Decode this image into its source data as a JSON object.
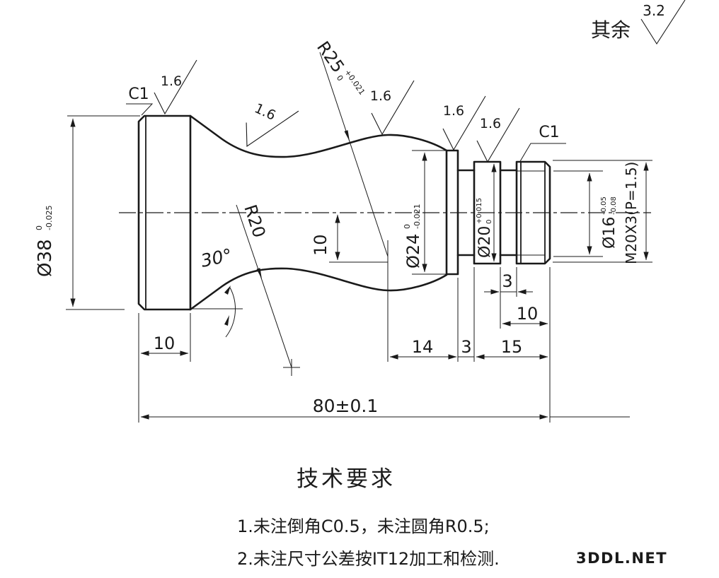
{
  "general": {
    "rest_label": "其余",
    "rest_ra": "3.2"
  },
  "roughness": {
    "r1": "1.6",
    "r2": "1.6",
    "r3": "1.6",
    "r4": "1.6",
    "r5": "1.6"
  },
  "chamfers": {
    "left": "C1",
    "right": "C1"
  },
  "diameters": {
    "d38": {
      "label": "Ø38",
      "up": "0",
      "low": "-0.025"
    },
    "d24": {
      "label": "Ø24",
      "up": "0",
      "low": "-0.021"
    },
    "d20": {
      "label": "Ø20",
      "up": "+0.015",
      "low": "0"
    },
    "d16": {
      "label": "Ø16",
      "up": "-0.05",
      "low": "-0.08"
    },
    "thread": "M20X3(P=1.5)"
  },
  "radii": {
    "r25": {
      "label": "R25",
      "up": "+0.021",
      "low": "0"
    },
    "r20": "R20"
  },
  "angle": "30°",
  "lengths": {
    "flange": "10",
    "l14": "14",
    "l3a": "3",
    "l15": "15",
    "l3b": "3",
    "l10": "10",
    "v10": "10",
    "overall": "80±0.1"
  },
  "tech": {
    "title": "技术要求",
    "line1": "1.未注倒角C0.5，未注圆角R0.5;",
    "line2": "2.未注尺寸公差按IT12加工和检测."
  },
  "watermark": {
    "text": "3DDL.NET",
    "color": "#7F00E0"
  }
}
